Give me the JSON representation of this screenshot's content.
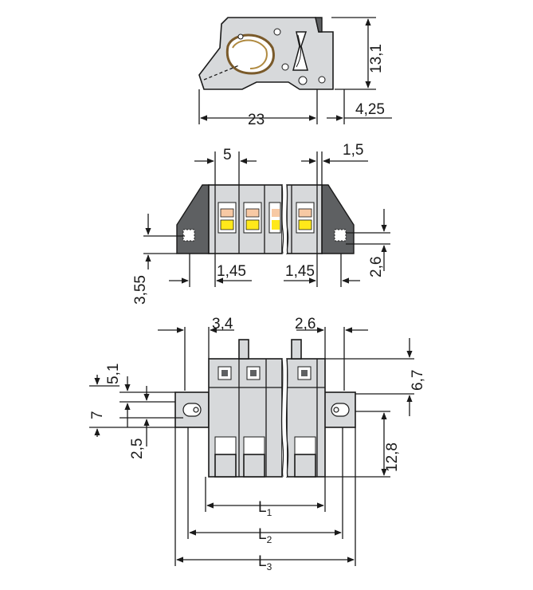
{
  "labels": {
    "side_height": "13,1",
    "side_width": "23",
    "side_depth": "4,25",
    "pitch": "5",
    "rib": "1,5",
    "flange_height": "3,55",
    "offset_left": "1,45",
    "offset_right": "1,45",
    "flange_right": "2,6",
    "top_left": "3,4",
    "top_right": "2,6",
    "left_a": "5,1",
    "left_b": "7",
    "left_c": "2,5",
    "right_a": "6,7",
    "right_b": "12,8",
    "l1": "L",
    "l1_sub": "1",
    "l2": "L",
    "l2_sub": "2",
    "l3": "L",
    "l3_sub": "3"
  },
  "colors": {
    "housing": "#d7d9db",
    "flange": "#5e6062",
    "spring_orange": "#f7c9a4",
    "spring_yellow": "#ffe81a",
    "line": "#1a1a1a"
  }
}
